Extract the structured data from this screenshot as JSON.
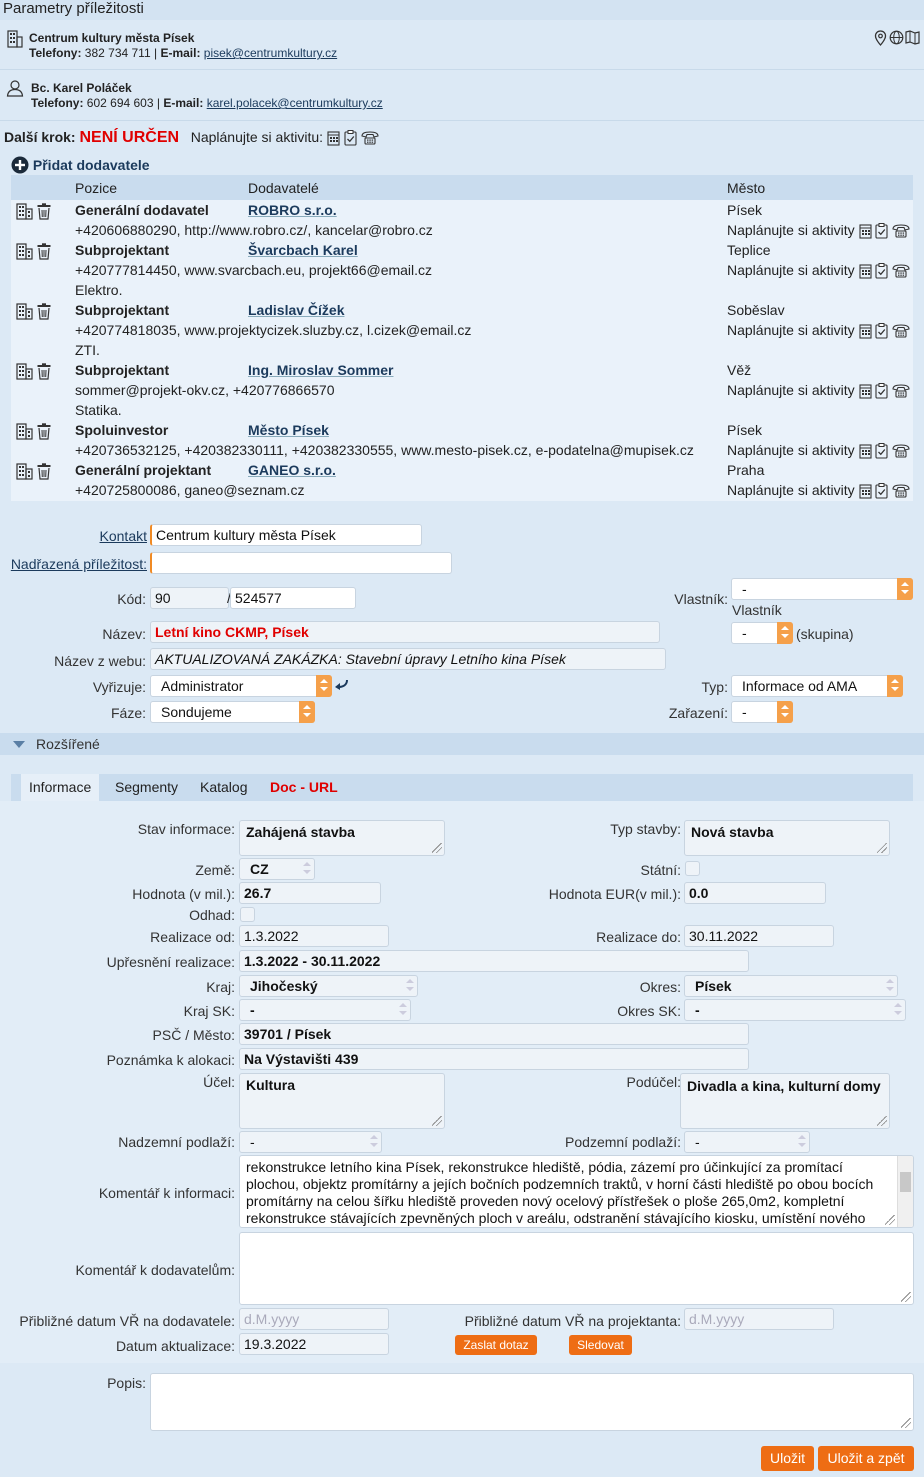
{
  "page": {
    "title": "Parametry příležitosti"
  },
  "org": {
    "name": "Centrum kultury města Písek",
    "phones_label": "Telefony:",
    "phones": "382 734 711",
    "email_label": "E-mail:",
    "email": "pisek@centrumkultury.cz"
  },
  "person": {
    "name": "Bc. Karel Poláček",
    "phones_label": "Telefony:",
    "phones": "602 694 603",
    "email_label": "E-mail:",
    "email": "karel.polacek@centrumkultury.cz"
  },
  "next_step": {
    "label": "Další krok:",
    "value": "NENÍ URČEN",
    "plan_label": "Naplánujte si aktivitu:"
  },
  "suppliers": {
    "add_label": "Přidat dodavatele",
    "headers": {
      "pos": "Pozice",
      "name": "Dodavatelé",
      "city": "Město"
    },
    "plan_label": "Naplánujte si aktivity",
    "rows": [
      {
        "pos": "Generální dodavatel",
        "name": "ROBRO s.r.o.",
        "city": "Písek",
        "contact": "+420606880290, http://www.robro.cz/, kancelar@robro.cz",
        "note": ""
      },
      {
        "pos": "Subprojektant",
        "name": "Švarcbach Karel",
        "city": "Teplice",
        "contact": "+420777814450, www.svarcbach.eu, projekt66@email.cz",
        "note": "Elektro."
      },
      {
        "pos": "Subprojektant",
        "name": "Ladislav Čížek",
        "city": "Soběslav",
        "contact": "+420774818035, www.projektycizek.sluzby.cz, l.cizek@email.cz",
        "note": "ZTI."
      },
      {
        "pos": "Subprojektant",
        "name": "Ing. Miroslav Sommer",
        "city": "Věž",
        "contact": "sommer@projekt-okv.cz, +420776866570",
        "note": "Statika."
      },
      {
        "pos": "Spoluinvestor",
        "name": "Město Písek",
        "city": "Písek",
        "contact": "+420736532125, +420382330111, +420382330555, www.mesto-pisek.cz, e-podatelna@mupisek.cz",
        "note": ""
      },
      {
        "pos": "Generální projektant",
        "name": "GANEO s.r.o.",
        "city": "Praha",
        "contact": "+420725800086, ganeo@seznam.cz",
        "note": ""
      }
    ]
  },
  "form": {
    "kontakt_label": "Kontakt",
    "kontakt_value": "Centrum kultury města Písek",
    "parent_label": "Nadřazená příležitost:",
    "parent_value": "",
    "kod_label": "Kód:",
    "kod_prefix": "90",
    "kod_sep": "/",
    "kod_value": "524577",
    "vlastnik_label": "Vlastník:",
    "vlastnik_value": "-",
    "vlastnik_sub": "Vlastník",
    "group_value": "-",
    "group_suffix": "(skupina)",
    "nazev_label": "Název:",
    "nazev_value": "Letní kino CKMP, Písek",
    "webname_label": "Název z webu:",
    "webname_value": "AKTUALIZOVANÁ ZAKÁZKA: Stavební úpravy Letního kina Písek",
    "vyrizuje_label": "Vyřizuje:",
    "vyrizuje_value": "Administrator",
    "typ_label": "Typ:",
    "typ_value": "Informace od AMA",
    "faze_label": "Fáze:",
    "faze_value": "Sondujeme",
    "zarazeni_label": "Zařazení:",
    "zarazeni_value": "-"
  },
  "extended": {
    "label": "Rozšířené"
  },
  "tabs": [
    "Informace",
    "Segmenty",
    "Katalog",
    "Doc - URL"
  ],
  "info": {
    "stav_label": "Stav informace:",
    "stav_value": "Zahájená stavba",
    "typstavby_label": "Typ stavby:",
    "typstavby_value": "Nová stavba",
    "zeme_label": "Země:",
    "zeme_value": "CZ",
    "statni_label": "Státní:",
    "hodnota_label": "Hodnota (v mil.):",
    "hodnota_value": "26.7",
    "hodnota_eur_label": "Hodnota EUR(v mil.):",
    "hodnota_eur_value": "0.0",
    "odhad_label": "Odhad:",
    "real_od_label": "Realizace od:",
    "real_od_value": "1.3.2022",
    "real_do_label": "Realizace do:",
    "real_do_value": "30.11.2022",
    "upresneni_label": "Upřesnění realizace:",
    "upresneni_value": "1.3.2022 - 30.11.2022",
    "kraj_label": "Kraj:",
    "kraj_value": "Jihočeský",
    "okres_label": "Okres:",
    "okres_value": "Písek",
    "kraj_sk_label": "Kraj SK:",
    "kraj_sk_value": "-",
    "okres_sk_label": "Okres SK:",
    "okres_sk_value": "-",
    "psc_label": "PSČ / Město:",
    "psc_value": "39701 / Písek",
    "alokace_label": "Poznámka k alokaci:",
    "alokace_value": "Na Výstavišti 439",
    "ucel_label": "Účel:",
    "ucel_value": "Kultura",
    "poducel_label": "Podúčel:",
    "poducel_value": "Divadla a kina, kulturní domy",
    "nadzemni_label": "Nadzemní podlaží:",
    "nadzemni_value": "-",
    "podzemni_label": "Podzemní podlaží:",
    "podzemni_value": "-",
    "komentar_label": "Komentář k informaci:",
    "komentar_value": "rekonstrukce letního kina Písek, rekonstrukce hlediště, pódia, zázemí pro účinkující za promítací plochou, objektz promítárny a jejích bočních podzemních traktů, v horní části hlediště po obou bocích promítárny na celou šířku hlediště proveden nový ocelový přístřešek o ploše 265,0m2, kompletní rekonstrukce stávajících zpevněných ploch v areálu, odstranění stávajícího kiosku, umístění nového",
    "kom_dod_label": "Komentář k dodavatelům:",
    "kom_dod_value": "",
    "vr_dod_label": "Přibližné datum VŘ na dodavatele:",
    "vr_dod_placeholder": "d.M.yyyy",
    "vr_proj_label": "Přibližné datum VŘ na projektanta:",
    "vr_proj_placeholder": "d.M.yyyy",
    "aktualizace_label": "Datum aktualizace:",
    "aktualizace_value": "19.3.2022",
    "dotaz_button": "Zaslat dotaz",
    "sledovat_button": "Sledovat"
  },
  "popis": {
    "label": "Popis:",
    "value": ""
  },
  "footer": {
    "save": "Uložit",
    "save_back": "Uložit a zpět"
  },
  "colors": {
    "accent": "#ee6d14",
    "red": "#e00000",
    "header_bg": "#c9dcee",
    "page_bg": "#dce9f5"
  }
}
